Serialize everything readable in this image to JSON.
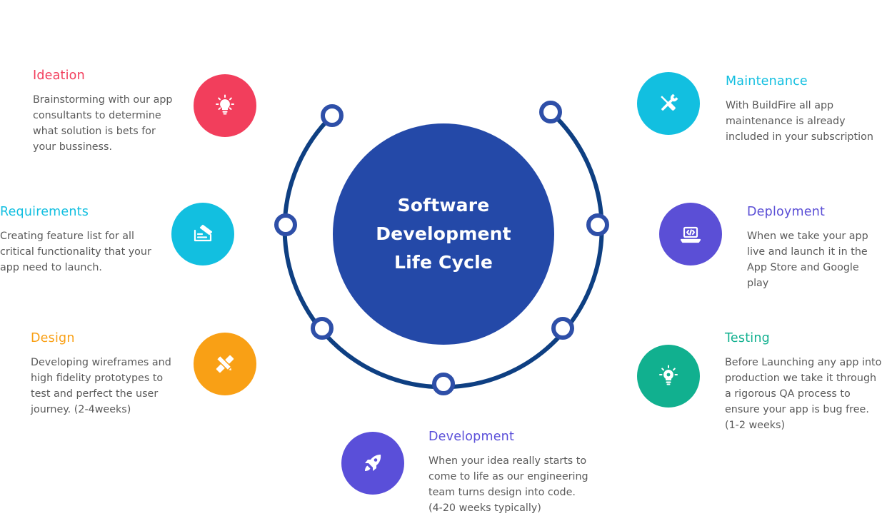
{
  "center": {
    "title": "Software\nDevelopment\nLife Cycle"
  },
  "colors": {
    "ring": "#0e3f82",
    "center_fill": "#2449a8",
    "node_stroke": "#2e4fa8",
    "description_text": "#5a5a5a"
  },
  "stages": [
    {
      "key": "ideation",
      "title": "Ideation",
      "description": "Brainstorming with our app\nconsultants to determine\nwhat solution is bets for\nyour bussiness.",
      "color": "#f23e5c",
      "icon": "lightbulb-icon"
    },
    {
      "key": "requirements",
      "title": "Requirements",
      "description": "Creating feature list for all\ncritical functionality that your\napp need to launch.",
      "color": "#12bfe0",
      "icon": "checklist-icon"
    },
    {
      "key": "design",
      "title": "Design",
      "description": "Developing wireframes and\nhigh fidelity prototypes to\ntest and perfect the user\njourney. (2-4weeks)",
      "color": "#f9a015",
      "icon": "pencil-ruler-icon"
    },
    {
      "key": "development",
      "title": "Development",
      "description": "When your idea really starts to\ncome  to life as our engineering\nteam turns design into code.\n(4-20 weeks typically)",
      "color": "#5a4fd9",
      "icon": "rocket-icon"
    },
    {
      "key": "testing",
      "title": "Testing",
      "description": "Before Launching any app into\nproduction we take it through\na rigorous QA process to\nensure your app is bug free.\n(1-2 weeks)",
      "color": "#11b08f",
      "icon": "bulb-gear-icon"
    },
    {
      "key": "deployment",
      "title": "Deployment",
      "description": "When we take your app\nlive and launch it in the\nApp Store and Google play",
      "color": "#5b4fd6",
      "icon": "laptop-code-icon"
    },
    {
      "key": "maintenance",
      "title": "Maintenance",
      "description": "With BuildFire all app\nmaintenance is already\nincluded in your subscription",
      "color": "#12bfe0",
      "icon": "wrench-screwdriver-icon"
    }
  ]
}
